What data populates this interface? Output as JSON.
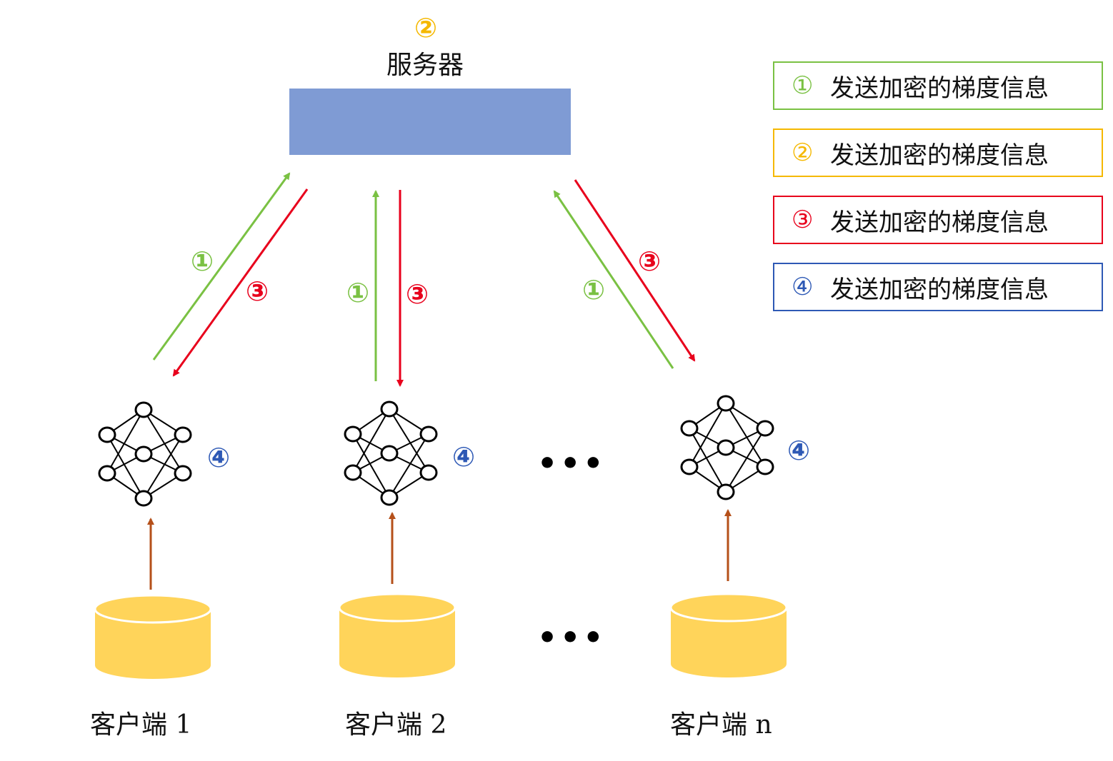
{
  "server": {
    "step_marker": "②",
    "label": "服务器",
    "color": "#7f9bd4"
  },
  "markers": {
    "step1": "①",
    "step3": "③",
    "step4": "④"
  },
  "clients": [
    {
      "label": "客户端 1"
    },
    {
      "label": "客户端 2"
    },
    {
      "label": "客户端 n"
    }
  ],
  "ellipsis": "•••",
  "legend": [
    {
      "number": "①",
      "text": "发送加密的梯度信息",
      "color": "#7ac143"
    },
    {
      "number": "②",
      "text": "发送加密的梯度信息",
      "color": "#f5b800"
    },
    {
      "number": "③",
      "text": "发送加密的梯度信息",
      "color": "#e8001c"
    },
    {
      "number": "④",
      "text": "发送加密的梯度信息",
      "color": "#2e59b5"
    }
  ],
  "colors": {
    "green": "#7ac143",
    "red": "#e8001c",
    "orange": "#f5b800",
    "blue": "#2e59b5",
    "brown": "#b5501a",
    "database": "#ffd45a"
  }
}
